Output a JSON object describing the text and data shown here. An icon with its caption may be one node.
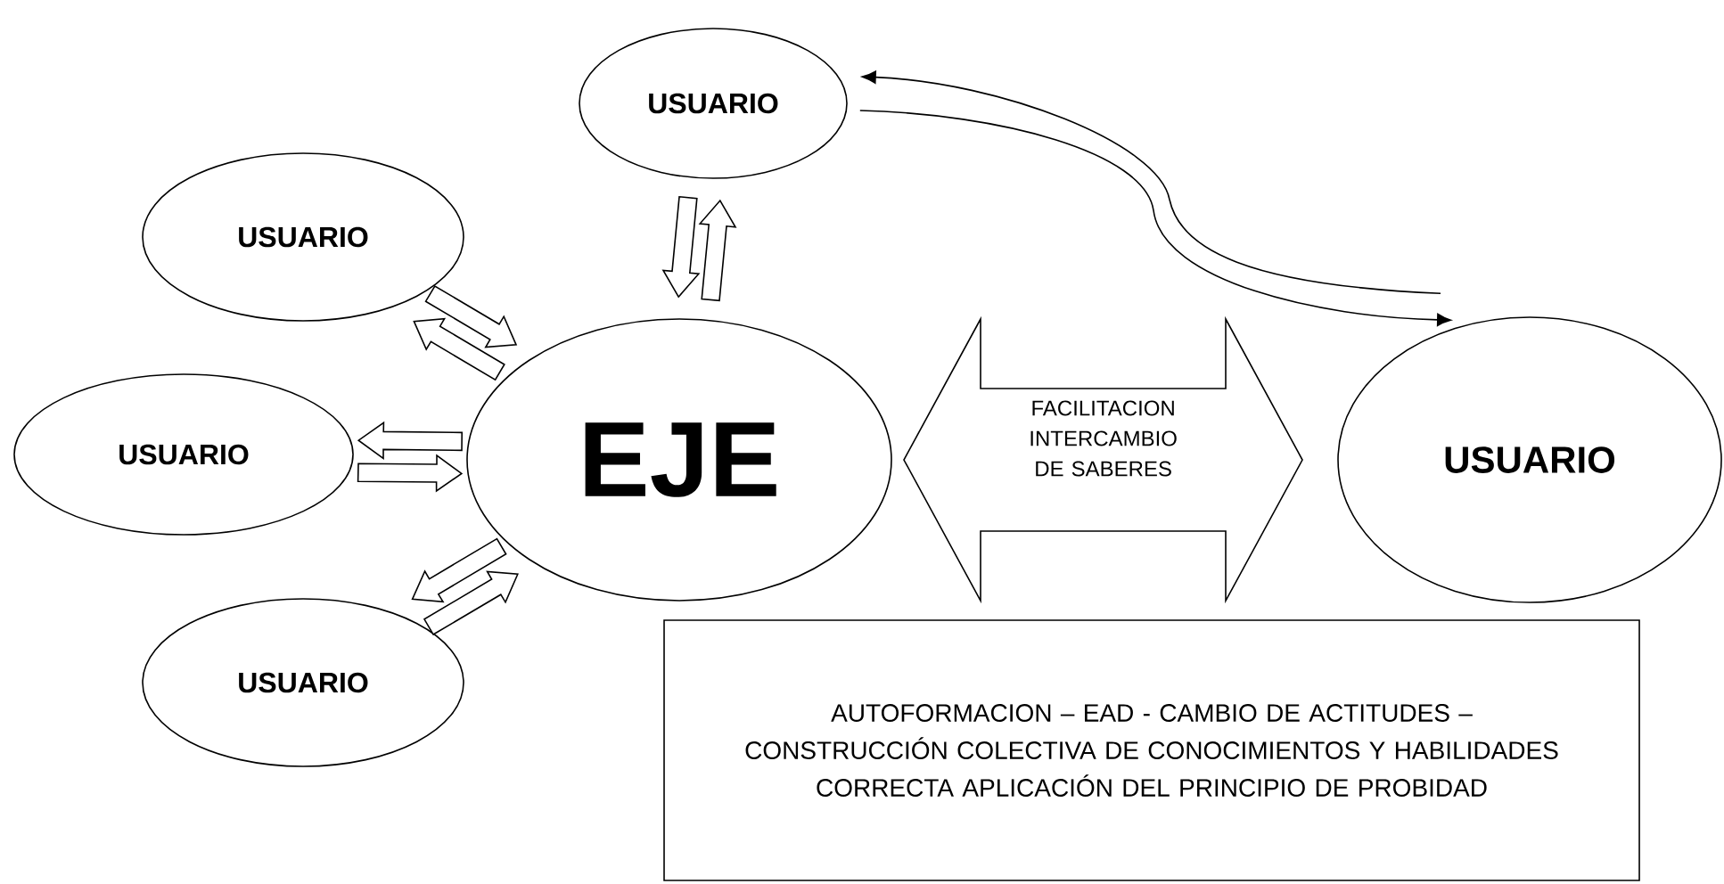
{
  "diagram": {
    "nodes": [
      {
        "text": [
          "USUARIO"
        ]
      },
      {
        "text": [
          "USUARIO"
        ]
      },
      {
        "text": [
          "EJE"
        ]
      },
      {
        "text": [
          "USUARIO"
        ]
      },
      {
        "text": [
          "USUARIO"
        ]
      },
      {
        "text": [
          "USUARIO"
        ]
      },
      {
        "text": [
          "AUTOFORMACION – EAD - CAMBIO DE ACTITUDES – CONSTRUCCIÓN COLECTIVA DE CONOCIMIENTOS Y HABILIDADES",
          "CORRECTA APLICACIÓN DEL PRINCIPIO DE PROBIDAD"
        ]
      }
    ],
    "edges": [
      {
        "from": 0,
        "to": 2,
        "arrow": "to"
      },
      {
        "from": 2,
        "to": 0,
        "arrow": "to"
      },
      {
        "from": 1,
        "to": 2,
        "arrow": "to"
      },
      {
        "from": 2,
        "to": 1,
        "arrow": "to"
      },
      {
        "from": 2,
        "to": 3,
        "arrow": "to"
      },
      {
        "from": 3,
        "to": 2,
        "arrow": "to"
      },
      {
        "from": 2,
        "to": 5,
        "arrow": "to"
      },
      {
        "from": 5,
        "to": 2,
        "arrow": "to"
      },
      {
        "from": 2,
        "to": 4,
        "arrow": "both",
        "label": "FACILITACION INTERCAMBIO DE SABERES"
      },
      {
        "from": 4,
        "to": 0,
        "arrow": "to"
      },
      {
        "from": 0,
        "to": 4,
        "arrow": "to"
      }
    ]
  }
}
